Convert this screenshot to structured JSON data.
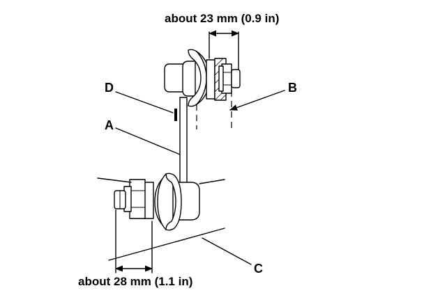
{
  "diagram": {
    "dimension_top": "about 23 mm (0.9 in)",
    "dimension_bottom": "about 28 mm (1.1 in)",
    "callouts": {
      "A": "A",
      "B": "B",
      "C": "C",
      "D": "D"
    }
  }
}
